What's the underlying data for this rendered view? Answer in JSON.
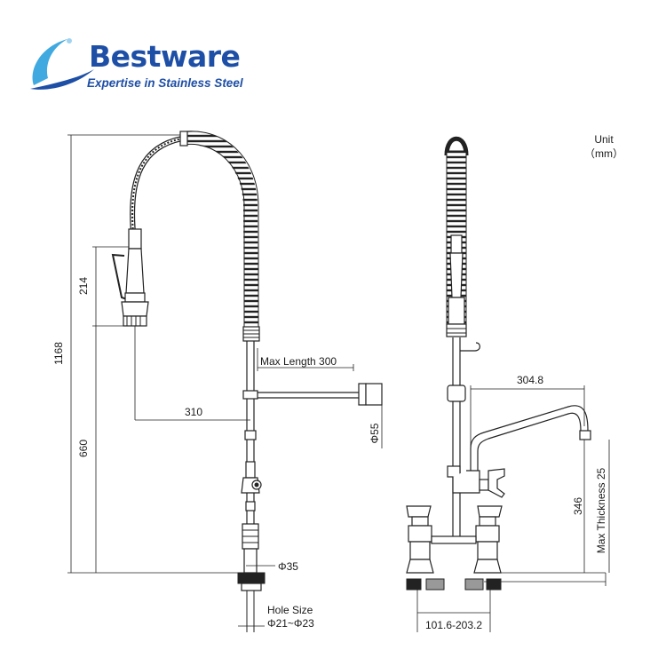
{
  "brand": {
    "name": "Bestware",
    "tagline": "Expertise in Stainless Steel",
    "color": "#1e4fa6"
  },
  "unit": {
    "label": "Unit",
    "value": "（mm）"
  },
  "dimensions": {
    "overall_height": "1168",
    "sprayer_length": "214",
    "mount_height": "660",
    "reach": "310",
    "max_length": "Max Length 300",
    "bracket_diameter": "Φ55",
    "base_diameter": "Φ35",
    "hole_size_label": "Hole Size",
    "hole_size_value": "Φ21~Φ23",
    "spout_reach": "304.8",
    "spout_height": "346",
    "max_thickness": "Max Thickness 25",
    "center_spacing": "101.6-203.2"
  }
}
